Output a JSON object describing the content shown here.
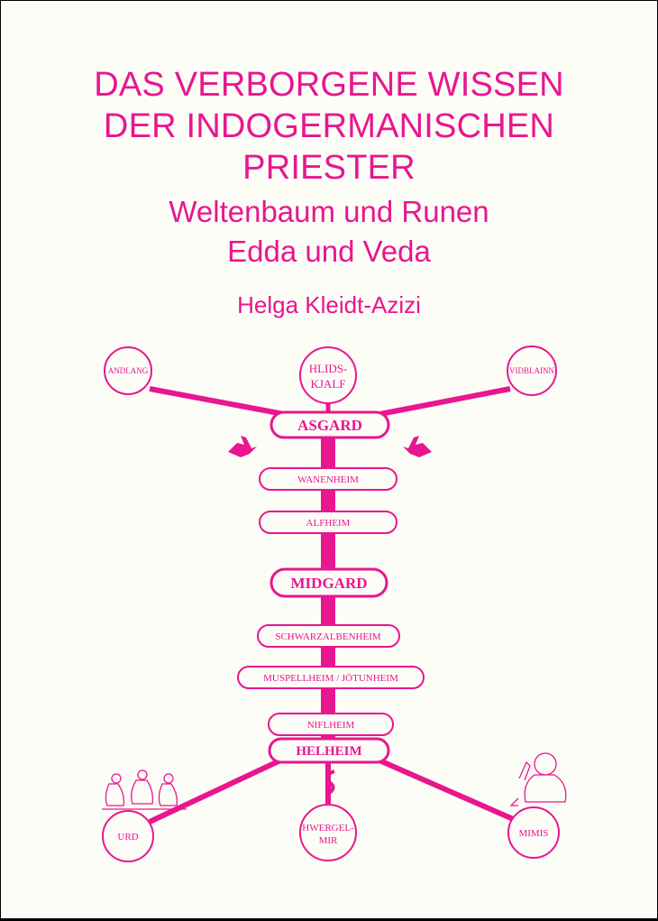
{
  "colors": {
    "accent": "#e8168f"
  },
  "title": {
    "line1": "DAS VERBORGENE WISSEN",
    "line2": "DER INDOGERMANISCHEN",
    "line3": "PRIESTER"
  },
  "subtitle": {
    "line1": "Weltenbaum und Runen",
    "line2": "Edda und Veda"
  },
  "author": "Helga Kleidt-Azizi",
  "diagram": {
    "circles": {
      "andlang": "ANDLANG",
      "hlidskjalf_1": "HLIDS-",
      "hlidskjalf_2": "KJALF",
      "vidblainn": "VIDBLAINN",
      "urd": "URD",
      "hwergelmir_1": "HWERGEL-",
      "hwergelmir_2": "MIR",
      "mimis": "MIMIS"
    },
    "worlds": {
      "asgard": "ASGARD",
      "wanenheim": "WANENHEIM",
      "alfheim": "ALFHEIM",
      "midgard": "MIDGARD",
      "schwarzalbenheim": "SCHWARZALBENHEIM",
      "muspellheim": "MUSPELLHEIM / JÖTUNHEIM",
      "niflheim": "NIFLHEIM",
      "helheim": "HELHEIM"
    },
    "icons": [
      "bird-icon",
      "bird-icon",
      "eagle-icon",
      "norns-figures-icon",
      "serpent-icon",
      "mimir-figure-icon"
    ]
  }
}
